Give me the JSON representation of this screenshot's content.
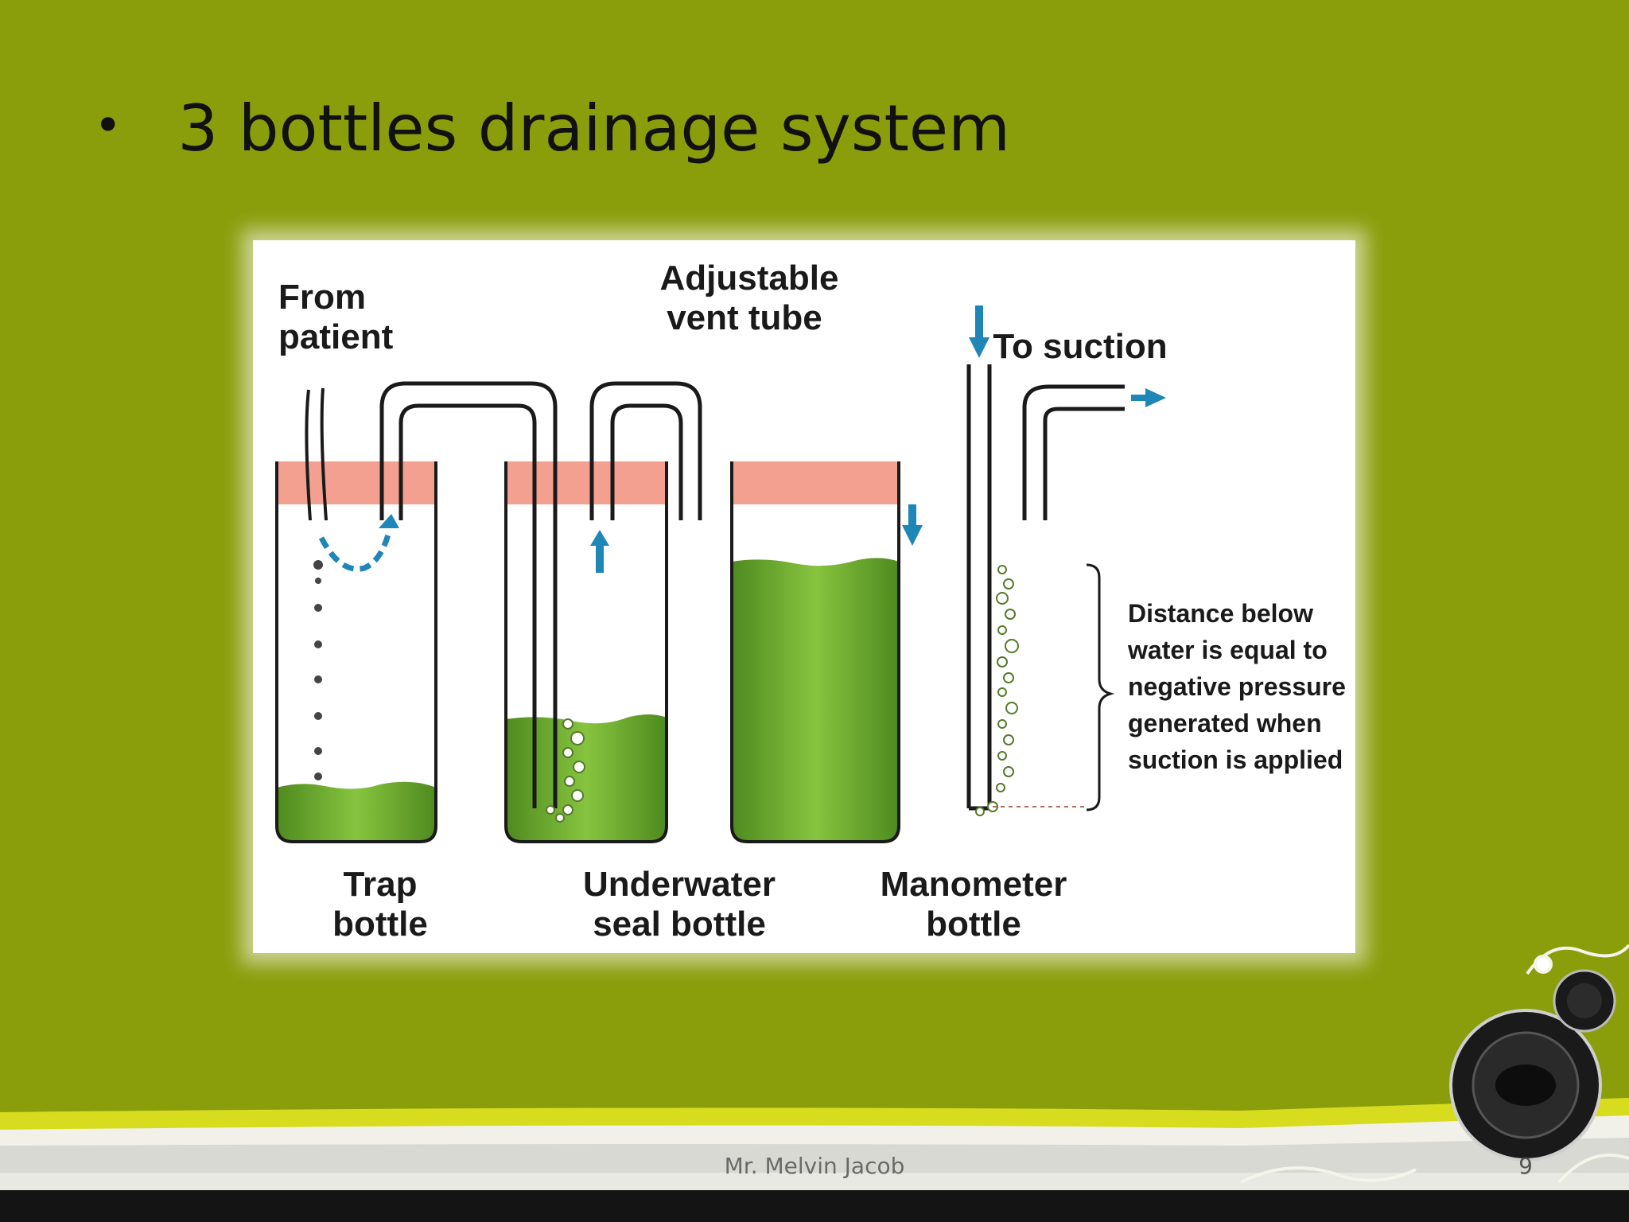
{
  "slide": {
    "bullet_symbol": "•",
    "title": "3 bottles drainage system",
    "footer": "Mr. Melvin Jacob",
    "page_number": "9"
  },
  "diagram": {
    "labels": {
      "from_patient_1": "From",
      "from_patient_2": "patient",
      "vent_1": "Adjustable",
      "vent_2": "vent tube",
      "to_suction": "To suction",
      "trap_1": "Trap",
      "trap_2": "bottle",
      "seal_1": "Underwater",
      "seal_2": "seal bottle",
      "mano_1": "Manometer",
      "mano_2": "bottle"
    },
    "note_lines": [
      "Distance below",
      "water is equal to",
      "negative pressure",
      "generated when",
      "suction is applied"
    ],
    "colors": {
      "fluid": "#5b9a26",
      "fluid_light": "#7fbf3a",
      "stopper": "#f4a090",
      "arrow": "#1f86b8",
      "background": "#8a9e0c"
    }
  }
}
